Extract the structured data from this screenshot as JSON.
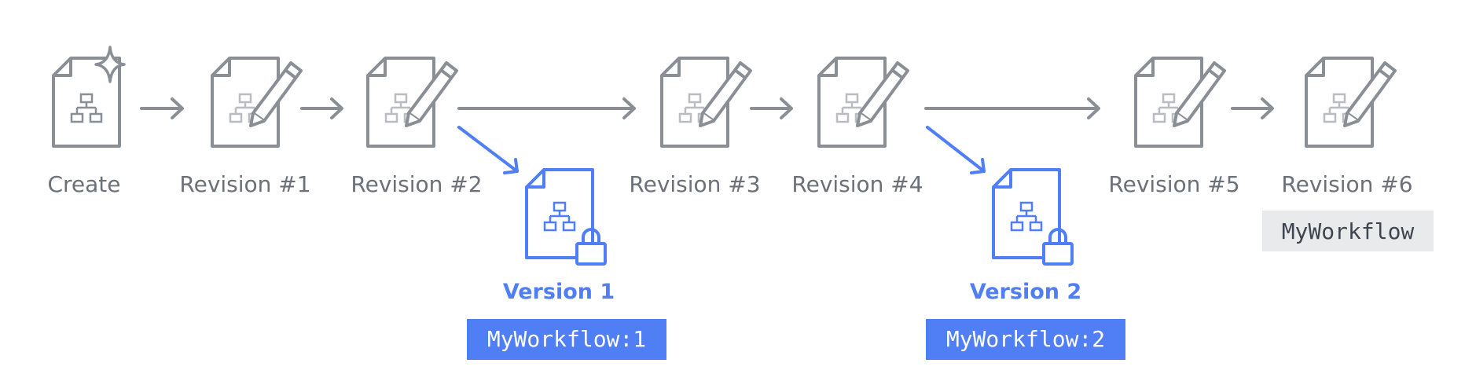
{
  "nodes": {
    "create": "Create",
    "revision_1": "Revision #1",
    "revision_2": "Revision #2",
    "revision_3": "Revision #3",
    "revision_4": "Revision #4",
    "revision_5": "Revision #5",
    "revision_6": "Revision #6"
  },
  "versions": {
    "v1_label": "Version 1",
    "v1_alias": "MyWorkflow:1",
    "v2_label": "Version 2",
    "v2_alias": "MyWorkflow:2"
  },
  "latest_alias": "MyWorkflow",
  "colors": {
    "revision_gray": "#8a8f96",
    "version_blue": "#4f7ef5",
    "alias_gray_bg": "#e9eaeb"
  },
  "icons": {
    "create": "workflow-document-sparkle-icon",
    "revision": "workflow-document-pencil-icon",
    "version": "workflow-document-lock-icon"
  }
}
